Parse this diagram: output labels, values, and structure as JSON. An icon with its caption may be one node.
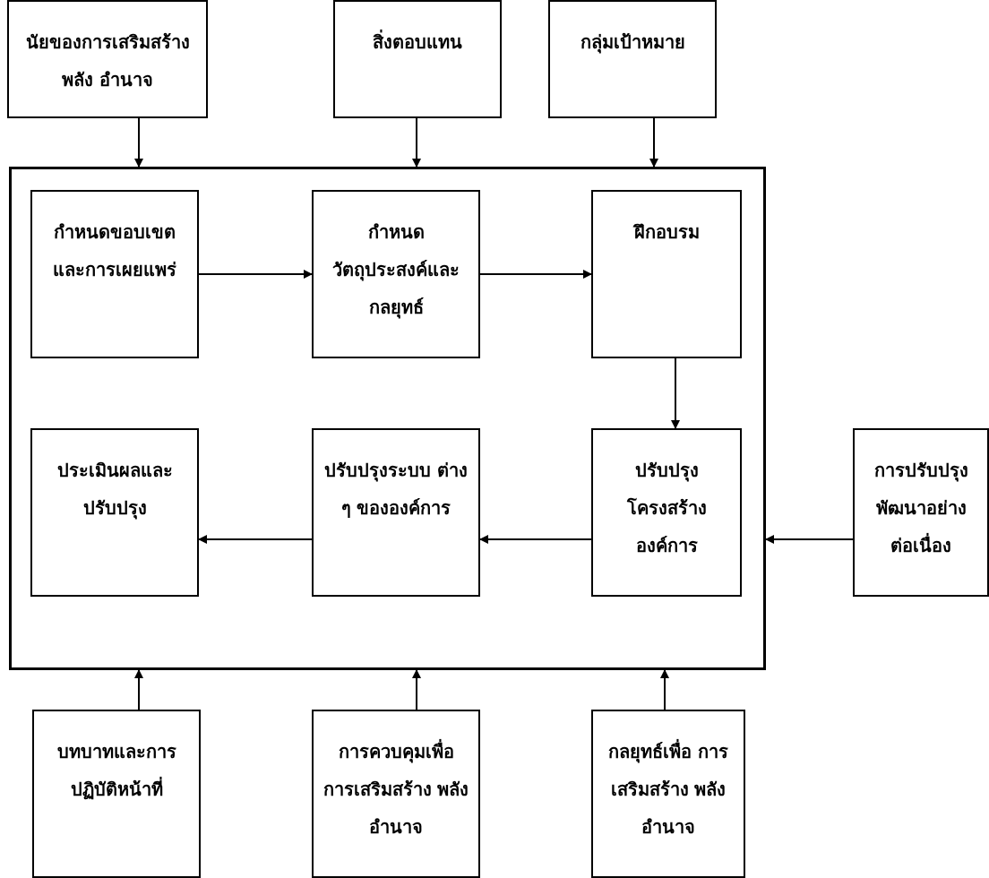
{
  "diagram": {
    "nodes": [
      {
        "text": [
          "นัยของการเสริมสร้างพลัง อำนาจ"
        ]
      },
      {
        "text": [
          "สิ่งตอบแทน"
        ]
      },
      {
        "text": [
          "กลุ่มเป้าหมาย"
        ]
      },
      {
        "text": [],
        "shape": "box"
      },
      {
        "text": [
          "กำหนดขอบเขต และการเผยแพร่"
        ],
        "in": 3
      },
      {
        "text": [
          "กำหนด วัตถุประสงค์และ กลยุทธ์"
        ],
        "in": 3
      },
      {
        "text": [
          "ฝึกอบรม"
        ],
        "in": 3
      },
      {
        "text": [
          "ประเมินผลและ ปรับปรุง"
        ],
        "in": 3
      },
      {
        "text": [
          "ปรับปรุงระบบ ต่าง ๆ ขององค์การ"
        ],
        "in": 3
      },
      {
        "text": [
          "ปรับปรุง โครงสร้าง องค์การ"
        ],
        "in": 3
      },
      {
        "text": [
          "การปรับปรุง พัฒนาอย่าง ต่อเนื่อง"
        ]
      },
      {
        "text": [
          "บทบาทและการ ปฏิบัติหน้าที่"
        ]
      },
      {
        "text": [
          "การควบคุมเพื่อ การเสริมสร้าง พลังอำนาจ"
        ]
      },
      {
        "text": [
          "กลยุทธ์เพื่อ การเสริมสร้าง พลังอำนาจ"
        ]
      }
    ],
    "edges": [
      {
        "from": 0,
        "to": 3,
        "arrow": "to"
      },
      {
        "from": 1,
        "to": 3,
        "arrow": "to"
      },
      {
        "from": 2,
        "to": 3,
        "arrow": "to"
      },
      {
        "from": 4,
        "to": 5,
        "arrow": "to"
      },
      {
        "from": 5,
        "to": 6,
        "arrow": "to"
      },
      {
        "from": 6,
        "to": 9,
        "arrow": "to"
      },
      {
        "from": 9,
        "to": 8,
        "arrow": "to"
      },
      {
        "from": 8,
        "to": 7,
        "arrow": "to"
      },
      {
        "from": 10,
        "to": 3,
        "arrow": "to"
      },
      {
        "from": 11,
        "to": 3,
        "arrow": "to"
      },
      {
        "from": 12,
        "to": 3,
        "arrow": "to"
      },
      {
        "from": 13,
        "to": 3,
        "arrow": "to"
      }
    ]
  }
}
